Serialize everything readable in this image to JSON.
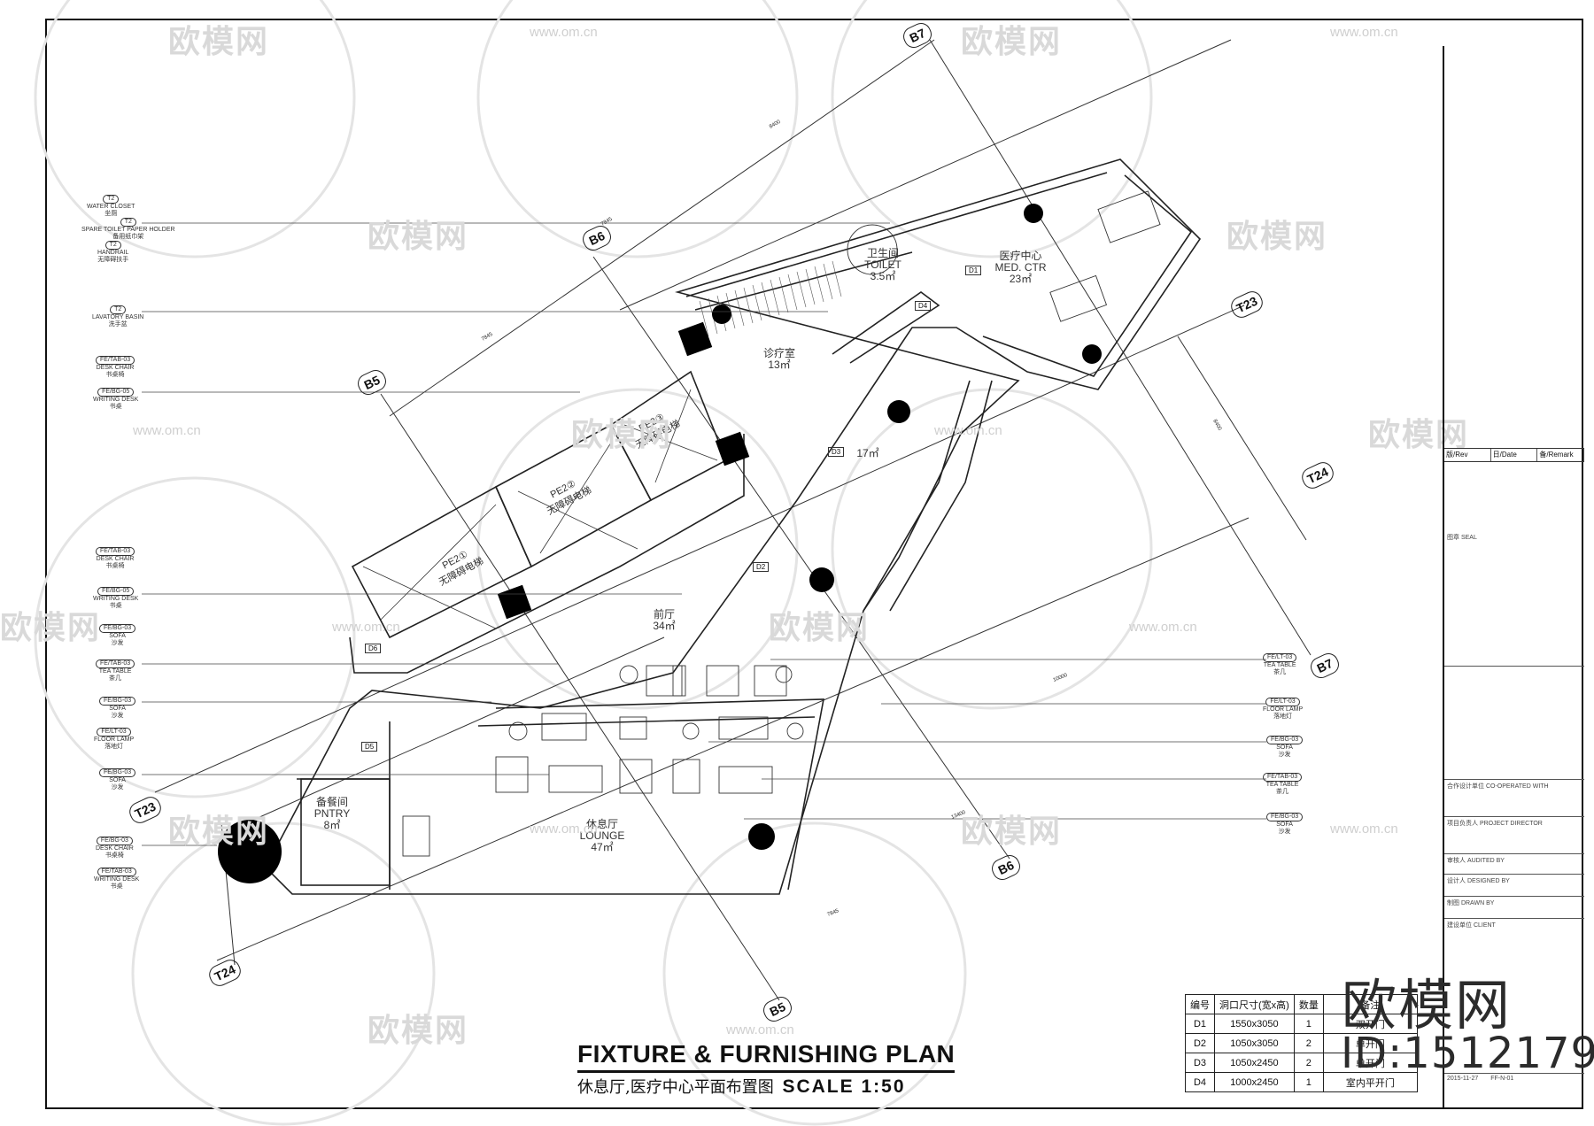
{
  "drawing": {
    "title_en": "FIXTURE & FURNISHING PLAN",
    "title_cn": "休息厅,医疗中心平面布置图",
    "scale": "SCALE 1:50"
  },
  "grid_tags": [
    "B7",
    "B6",
    "B5",
    "T23",
    "T24",
    "B7",
    "B6",
    "B5",
    "T23",
    "T24"
  ],
  "rooms": [
    {
      "cn": "卫生间",
      "en": "TOILET",
      "area": "3.5㎡"
    },
    {
      "cn": "医疗中心",
      "en": "MED. CTR",
      "area": "23㎡"
    },
    {
      "cn": "诊疗室",
      "en": "",
      "area": "13㎡"
    },
    {
      "cn": "",
      "en": "",
      "area": "17㎡"
    },
    {
      "cn": "前厅",
      "en": "",
      "area": "34㎡"
    },
    {
      "cn": "备餐间",
      "en": "PNTRY",
      "area": "8㎡"
    },
    {
      "cn": "休息厅",
      "en": "LOUNGE",
      "area": "47㎡"
    }
  ],
  "elevators": [
    {
      "code": "PE2①",
      "label": "无障碍电梯"
    },
    {
      "code": "PE2②",
      "label": "无障碍电梯"
    },
    {
      "code": "PE2③",
      "label": "无障碍电梯"
    }
  ],
  "left_annotations": [
    {
      "tag": "T2",
      "en": "WATER CLOSET",
      "cn": "坐厕"
    },
    {
      "tag": "T2",
      "en": "SPARE TOILET PAPER HOLDER",
      "cn": "备用纸巾架"
    },
    {
      "tag": "T2",
      "en": "HANDRAIL",
      "cn": "无障碍扶手"
    },
    {
      "tag": "T2",
      "en": "LAVATORY BASIN",
      "cn": "洗手盆"
    },
    {
      "tag": "FE/TAB-03",
      "en": "DESK CHAIR",
      "cn": "书桌椅"
    },
    {
      "tag": "FE/BG-05",
      "en": "WRITING DESK",
      "cn": "书桌"
    },
    {
      "tag": "FE/TAB-03",
      "en": "DESK CHAIR",
      "cn": "书桌椅"
    },
    {
      "tag": "FE/BG-05",
      "en": "WRITING DESK",
      "cn": "书桌"
    },
    {
      "tag": "FE/BG-03",
      "en": "SOFA",
      "cn": "沙发"
    },
    {
      "tag": "FE/TAB-03",
      "en": "TEA TABLE",
      "cn": "茶几"
    },
    {
      "tag": "FE/BG-03",
      "en": "SOFA",
      "cn": "沙发"
    },
    {
      "tag": "FE/LT-03",
      "en": "FLOOR LAMP",
      "cn": "落地灯"
    },
    {
      "tag": "FE/BG-03",
      "en": "SOFA",
      "cn": "沙发"
    },
    {
      "tag": "FE/BG-03",
      "en": "DESK CHAIR",
      "cn": "书桌椅"
    },
    {
      "tag": "FE/TAB-03",
      "en": "WRITING DESK",
      "cn": "书桌"
    }
  ],
  "right_annotations": [
    {
      "tag": "FE/LT-03",
      "en": "TEA TABLE",
      "cn": "茶几"
    },
    {
      "tag": "FE/LT-03",
      "en": "FLOOR LAMP",
      "cn": "落地灯"
    },
    {
      "tag": "FE/BG-03",
      "en": "SOFA",
      "cn": "沙发"
    },
    {
      "tag": "FE/TAB-03",
      "en": "TEA TABLE",
      "cn": "茶几"
    },
    {
      "tag": "FE/BG-03",
      "en": "SOFA",
      "cn": "沙发"
    }
  ],
  "door_tags": [
    "D1",
    "D2",
    "D3",
    "D4",
    "D5",
    "D6"
  ],
  "door_schedule": {
    "headers": [
      "编号",
      "洞口尺寸(宽x高)",
      "数量",
      "备注"
    ],
    "rows": [
      [
        "D1",
        "1550x3050",
        "1",
        "双开门"
      ],
      [
        "D2",
        "1050x3050",
        "2",
        "单开门"
      ],
      [
        "D3",
        "1050x2450",
        "2",
        "单开门"
      ],
      [
        "D4",
        "1000x2450",
        "1",
        "室内平开门"
      ]
    ]
  },
  "title_block": {
    "rev_headers": [
      "版/Rev",
      "日/Date",
      "备/Remark"
    ],
    "seal": "图章 SEAL",
    "rows": [
      "合作设计单位 CO-OPERATED WITH",
      "项目负责人 PROJECT DIRECTOR",
      "审核人 AUDITED BY",
      "设计人 DESIGNED BY",
      "制图 DRAWN BY",
      "建设单位 CLIENT"
    ],
    "date": "2015-11-27",
    "drawing_no": "FF-N-01"
  },
  "watermark": {
    "brand": "欧模网",
    "url": "www.om.cn",
    "id": "ID:1512179"
  }
}
